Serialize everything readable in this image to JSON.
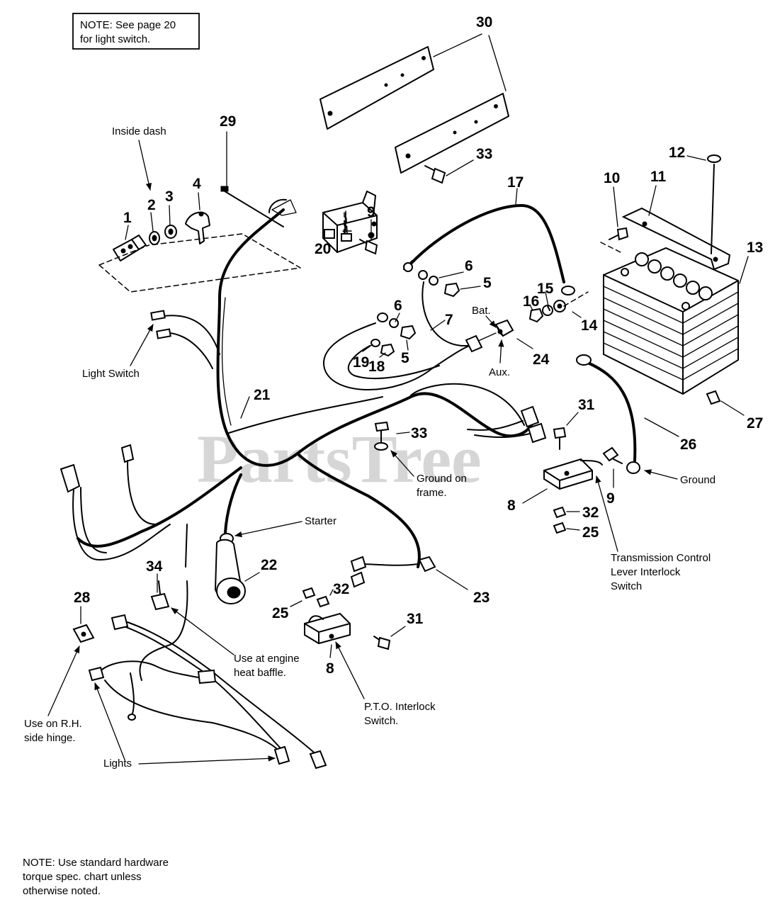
{
  "watermark": "PartsTree",
  "notes": {
    "top": [
      "NOTE: See page 20",
      "for light switch."
    ],
    "bottom": [
      "NOTE: Use standard hardware",
      "torque spec. chart unless",
      "otherwise noted."
    ]
  },
  "callouts": {
    "inside_dash": "Inside dash",
    "light_switch": "Light Switch",
    "bat": "Bat.",
    "aux": "Aux.",
    "ground_on_frame": [
      "Ground on",
      "frame."
    ],
    "ground": "Ground",
    "starter": "Starter",
    "transmission": [
      "Transmission Control",
      "Lever Interlock",
      "Switch"
    ],
    "engine_baffle": [
      "Use at engine",
      "heat baffle."
    ],
    "pto": [
      "P.T.O. Interlock",
      "Switch."
    ],
    "rh_hinge": [
      "Use on R.H.",
      "side hinge."
    ],
    "lights": "Lights"
  },
  "part_numbers": {
    "p1": "1",
    "p2": "2",
    "p3": "3",
    "p4": "4",
    "p5a": "5",
    "p5b": "5",
    "p6a": "6",
    "p6b": "6",
    "p7": "7",
    "p8a": "8",
    "p8b": "8",
    "p9a": "9",
    "p9b": "9",
    "p10": "10",
    "p11": "11",
    "p12": "12",
    "p13": "13",
    "p14": "14",
    "p15": "15",
    "p16": "16",
    "p17": "17",
    "p18": "18",
    "p19": "19",
    "p20": "20",
    "p21": "21",
    "p22": "22",
    "p23": "23",
    "p24": "24",
    "p25a": "25",
    "p25b": "25",
    "p26": "26",
    "p27": "27",
    "p28": "28",
    "p29": "29",
    "p30": "30",
    "p31a": "31",
    "p31b": "31",
    "p32a": "32",
    "p32b": "32",
    "p33a": "33",
    "p33b": "33",
    "p34": "34"
  }
}
